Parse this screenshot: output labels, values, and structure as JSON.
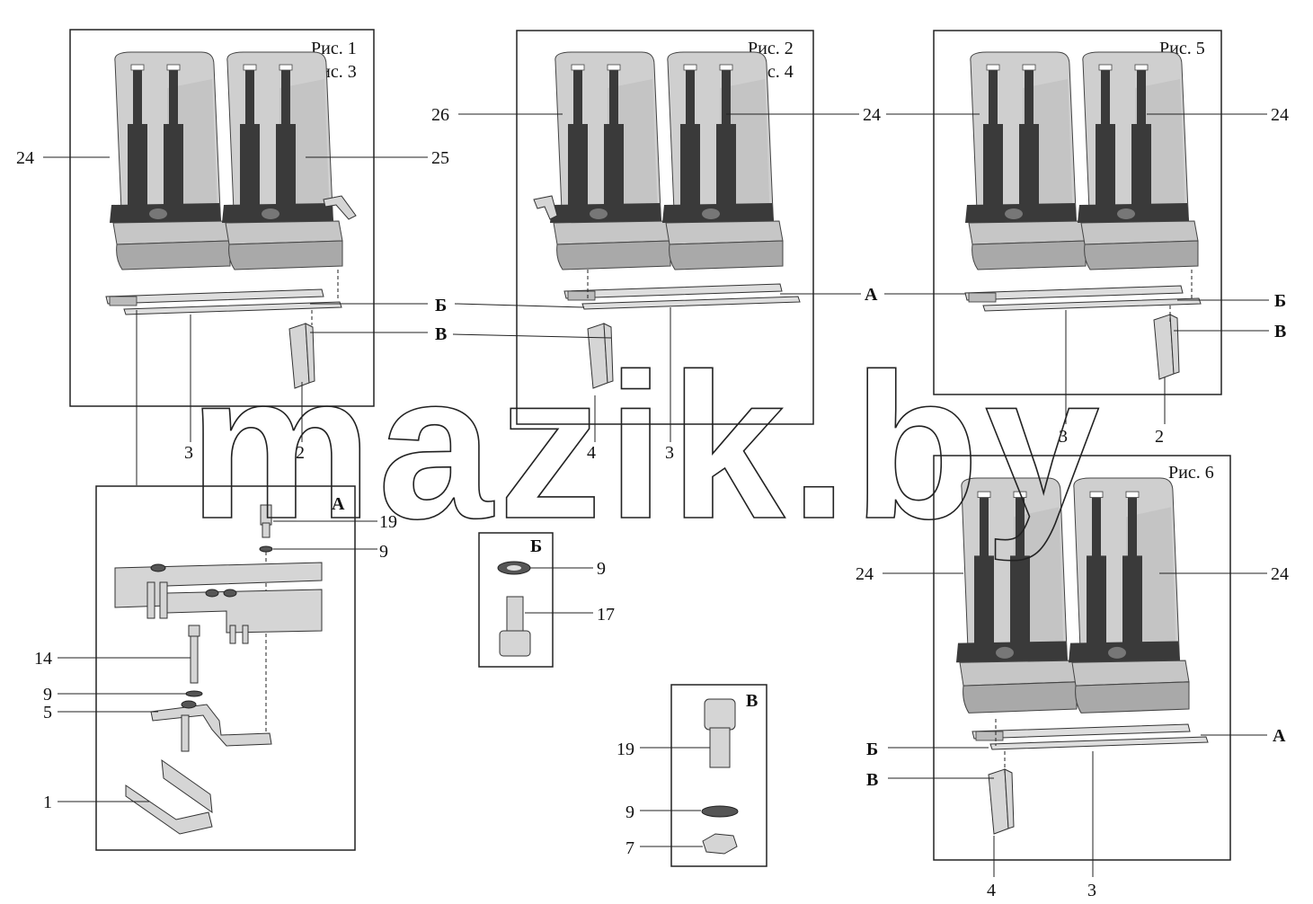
{
  "watermark": "mazik.by",
  "figures": {
    "fig13": {
      "title_line1": "Рис. 1",
      "title_line2": "Рис. 3",
      "labels": {
        "left_seat": "24",
        "right_seat": "25",
        "rail": "3",
        "bracket": "2",
        "lead_A": "А",
        "lead_B": "Б",
        "lead_V": "В"
      }
    },
    "fig24": {
      "title_line1": "Рис. 2",
      "title_line2": "Рис. 4",
      "labels": {
        "left_seat": "26",
        "right_seat": "24",
        "bracket": "4",
        "rail": "3"
      }
    },
    "fig5": {
      "title": "Рис. 5",
      "labels": {
        "left_seat": "24",
        "right_seat": "24",
        "lead_B": "Б",
        "lead_V": "В",
        "rail": "3",
        "bracket": "2"
      }
    },
    "fig6": {
      "title": "Рис. 6",
      "labels": {
        "left_seat": "24",
        "right_seat": "24",
        "lead_A": "А",
        "lead_B": "Б",
        "lead_V": "В",
        "bracket": "4",
        "rail": "3"
      }
    }
  },
  "details": {
    "A": {
      "title": "А",
      "labels": {
        "bolt_top": "19",
        "washer_top": "9",
        "bolt": "14",
        "washer": "9",
        "plate": "5",
        "channel": "1"
      }
    },
    "B": {
      "title": "Б",
      "labels": {
        "washer": "9",
        "bolt": "17"
      }
    },
    "V": {
      "title": "В",
      "labels": {
        "bolt": "19",
        "washer": "9",
        "nut": "7"
      }
    }
  },
  "colors": {
    "line": "#222222",
    "seat": "#cfcfcf",
    "belt": "#3a3a3a"
  }
}
